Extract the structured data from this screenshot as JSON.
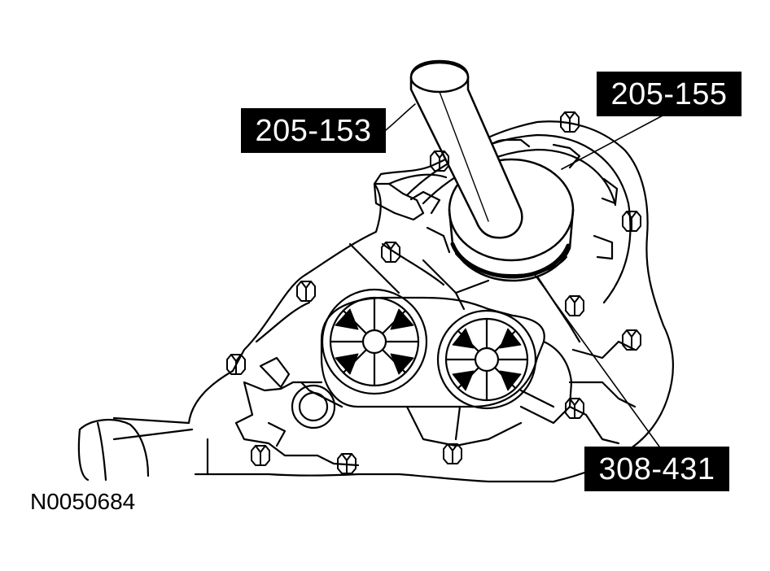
{
  "callouts": {
    "tool_1": "205-153",
    "tool_2": "205-155",
    "tool_3": "308-431"
  },
  "figure_id": "N0050684",
  "colors": {
    "line": "#000000",
    "background": "#ffffff",
    "label_bg": "#000000",
    "label_text": "#ffffff"
  }
}
